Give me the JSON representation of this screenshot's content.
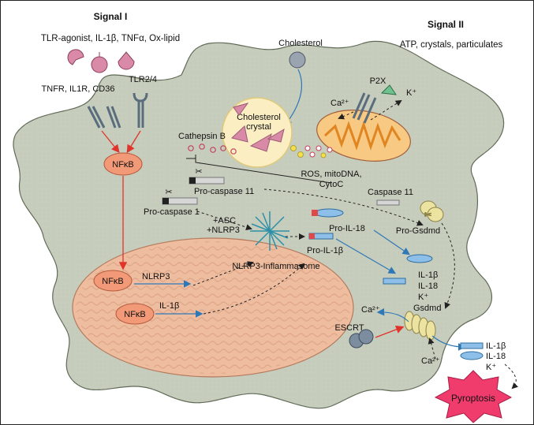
{
  "signal1": {
    "title": "Signal I",
    "agonists": "TLR-agonist, IL-1β, TNFα, Ox-lipid",
    "receptors_left": "TNFR, IL1R, CD36",
    "receptor_right": "TLR2/4"
  },
  "signal2": {
    "title": "Signal II",
    "stimuli": "ATP, crystals, particulates"
  },
  "cholesterol": {
    "label": "Cholesterol",
    "crystal_line1": "Cholesterol",
    "crystal_line2": "crystal"
  },
  "p2x": {
    "label": "P2X",
    "k_plus": "K⁺",
    "ca2_plus": "Ca²⁺"
  },
  "cathepsin": "Cathepsin B",
  "ros": {
    "line1": "ROS, mitoDNA,",
    "line2": "CytoC"
  },
  "nfkb": {
    "top": "NFκB",
    "middle": "NFκB",
    "bottom": "NFκB"
  },
  "nucleus": {
    "nlrp3": "NLRP3",
    "il1b": "IL-1β"
  },
  "procaspase11": "Pro-caspase 11",
  "procaspase1": "Pro-caspase 1",
  "asc": {
    "line1": "+ASC",
    "line2": "+NLRP3"
  },
  "inflammasome": "NLRP3-Inflammasome",
  "proil18": "Pro-IL-18",
  "proil1b": "Pro-IL-1β",
  "caspase11": "Caspase 11",
  "progsdmd": "Pro-Gsdmd",
  "released_inner": {
    "il1b": "IL-1β",
    "il18": "IL-18",
    "k": "K⁺"
  },
  "gsdmd": "Gsdmd",
  "ca_left": "Ca²⁺",
  "escrt": "ESCRT",
  "ca_bottom": "Ca²⁺",
  "released_outer": {
    "il1b": "IL-1β",
    "il18": "IL-18",
    "k": "K⁺"
  },
  "pyroptosis": "Pyroptosis",
  "colors": {
    "cell": "#c7cdbd",
    "nucleus": "#eebd9f",
    "nfkb": "#f29a78",
    "crystal_fill": "#fbeec2",
    "crystal_shard": "#d98aa7",
    "mito": "#f2a44a",
    "pyroptosis": "#f03c6c",
    "arrow_red": "#e0332a",
    "arrow_blue": "#2e78b7",
    "oval_blue": "#8ebfe8"
  }
}
